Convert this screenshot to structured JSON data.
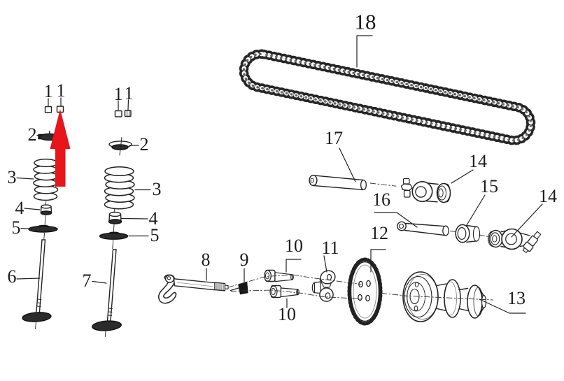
{
  "diagram": {
    "kind": "engine valvetrain exploded parts diagram",
    "background_color": "#ffffff",
    "line_color": "#222222",
    "highlight_arrow": {
      "color": "#e8151a",
      "direction": "up"
    }
  },
  "labels": [
    "1",
    "1",
    "1",
    "1",
    "2",
    "2",
    "3",
    "3",
    "4",
    "4",
    "5",
    "5",
    "6",
    "7",
    "8",
    "9",
    "10",
    "10",
    "11",
    "12",
    "13",
    "14",
    "14",
    "15",
    "16",
    "17",
    "18"
  ]
}
